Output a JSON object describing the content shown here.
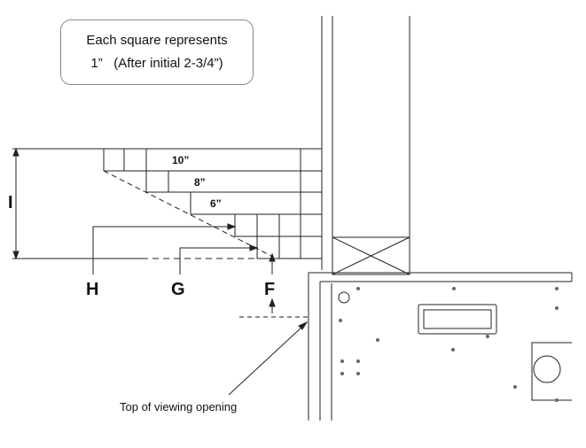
{
  "note": {
    "line1": "Each square represents",
    "line2": "1”   (After initial 2-3/4”)"
  },
  "steps": {
    "step_10": "10”",
    "step_8": "8”",
    "step_6": "6”"
  },
  "markers": {
    "i": "I",
    "h": "H",
    "g": "G",
    "f": "F"
  },
  "caption": "Top of viewing opening"
}
